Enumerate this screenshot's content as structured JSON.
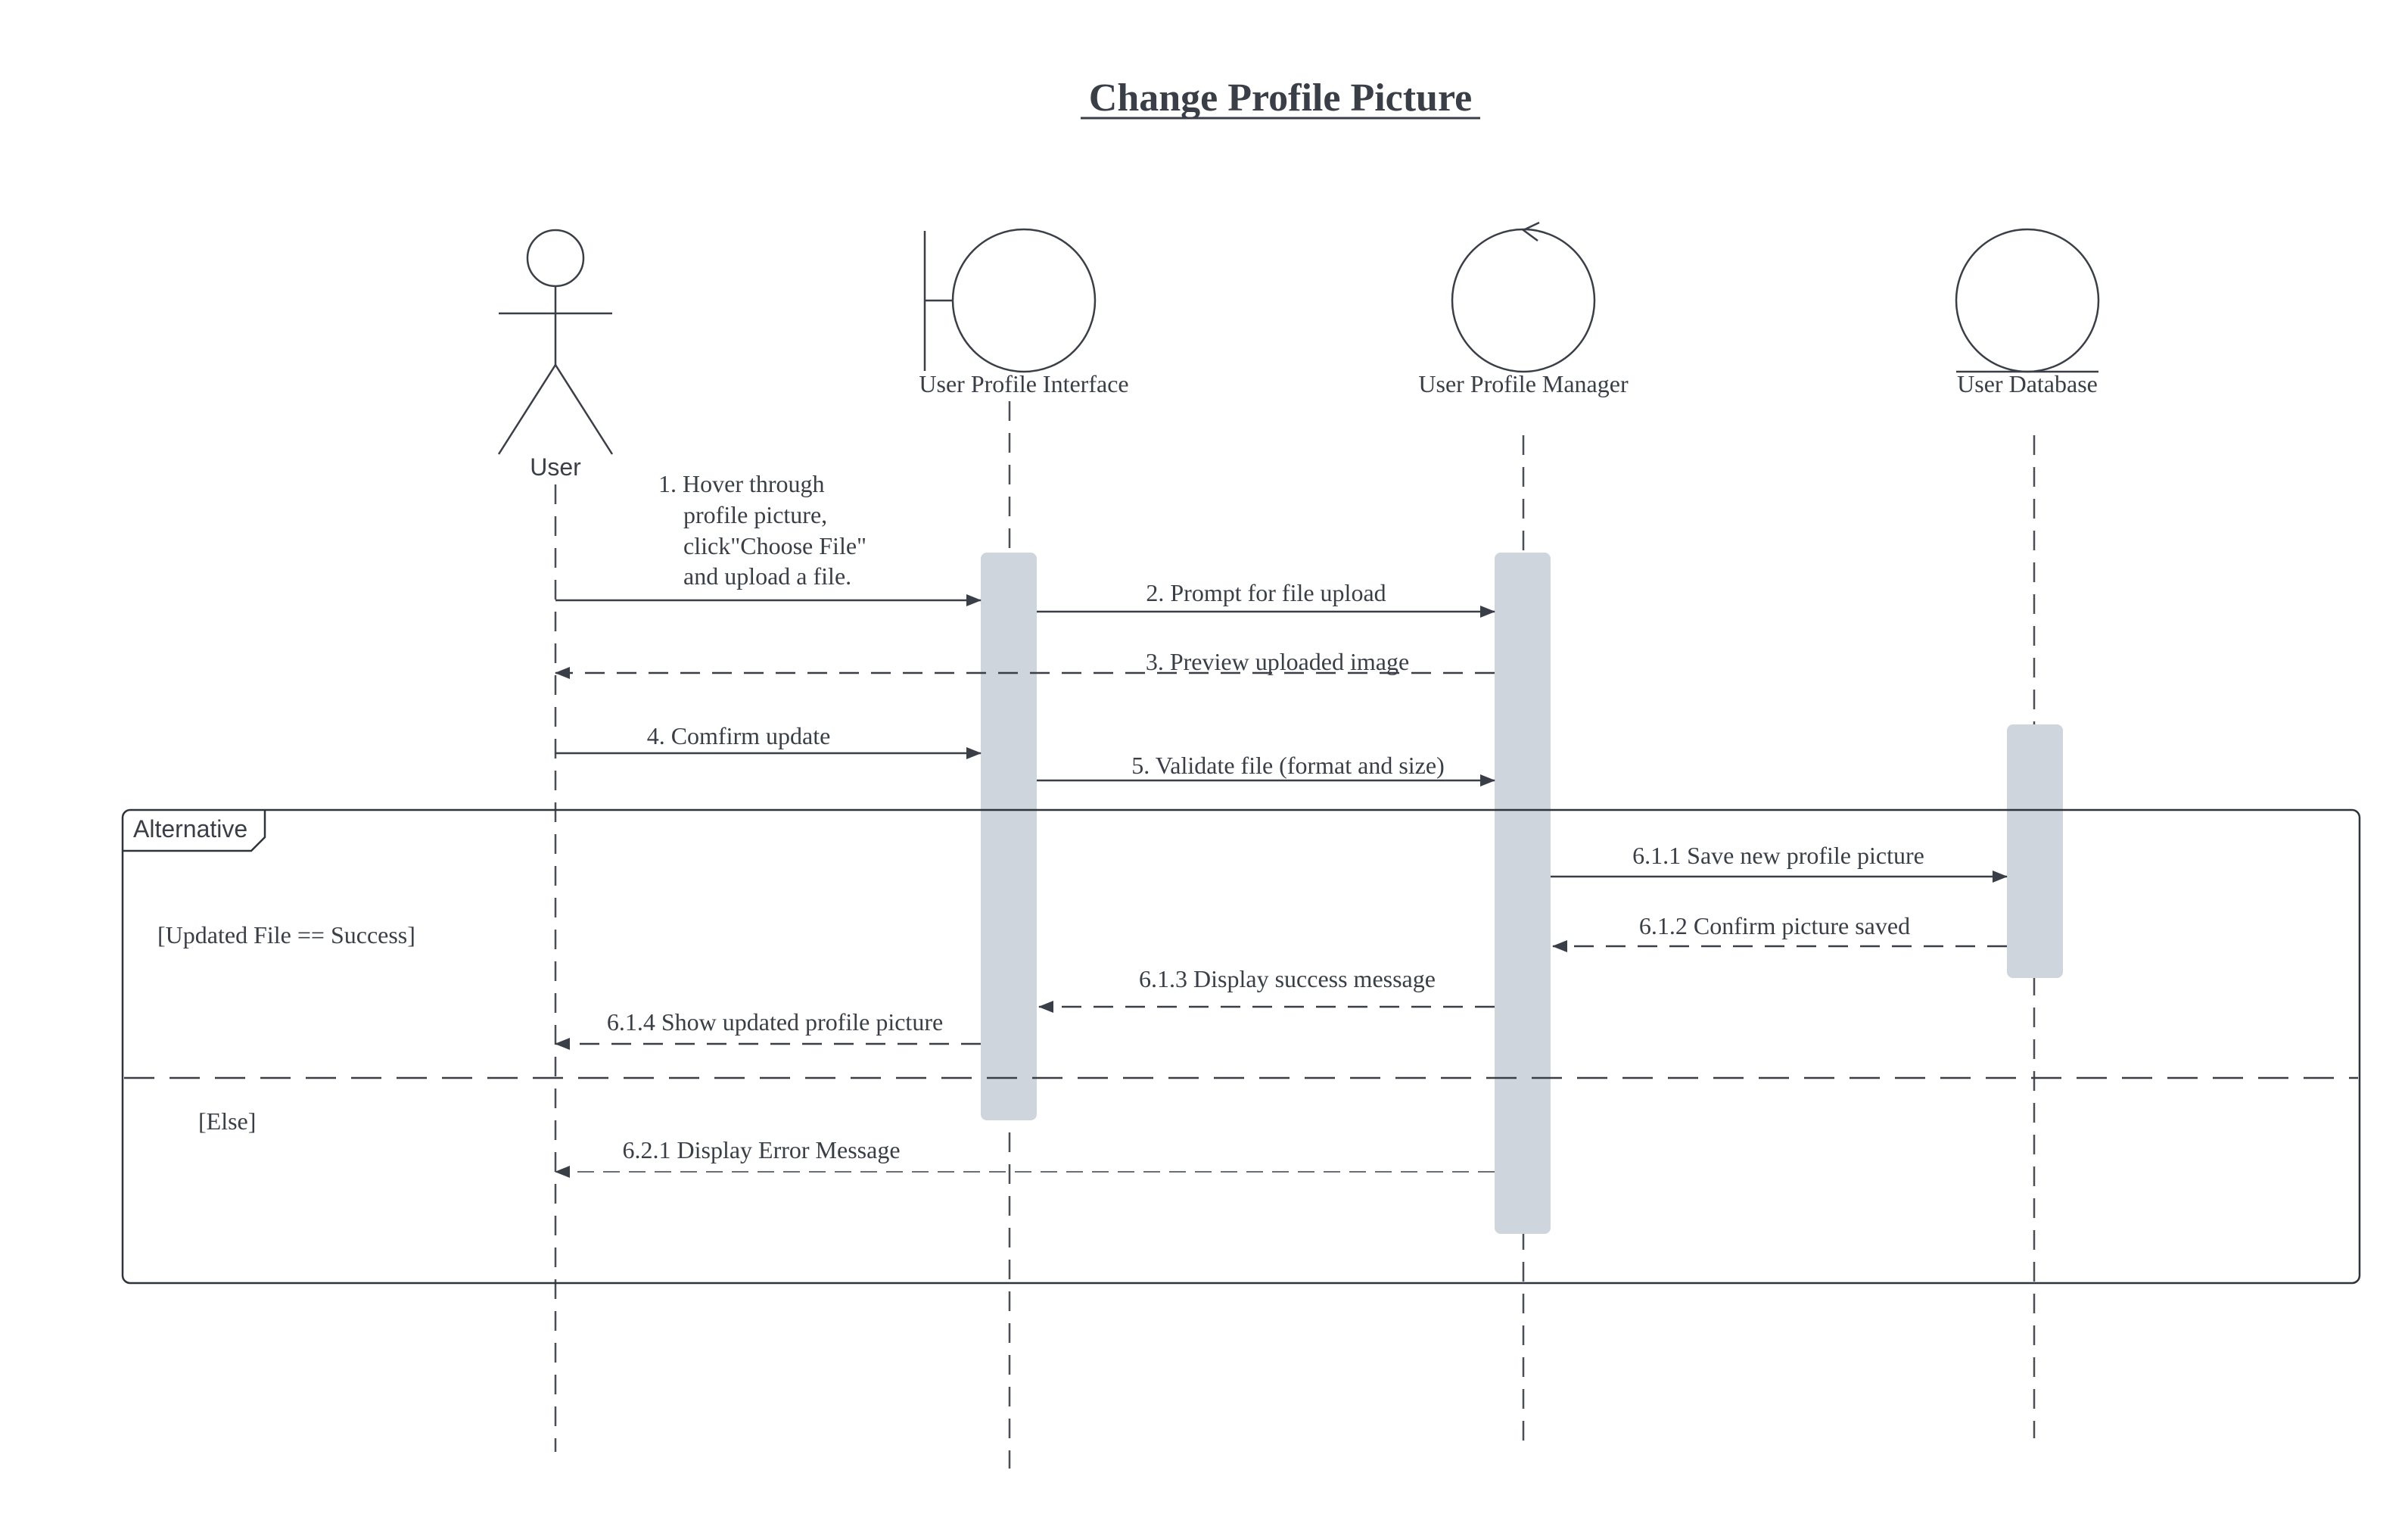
{
  "diagram": {
    "title": "Change Profile Picture",
    "participants": {
      "user": "User",
      "interface": "User Profile Interface",
      "manager": "User Profile Manager",
      "database": "User Database"
    },
    "messages": {
      "m1": [
        "1. Hover through",
        "profile picture,",
        "click\"Choose File\"",
        "and upload a file."
      ],
      "m2": "2. Prompt for file upload",
      "m3": "3. Preview uploaded image",
      "m4": "4. Comfirm update",
      "m5": "5. Validate file (format and size)",
      "m611": "6.1.1 Save new profile picture",
      "m612": "6.1.2 Confirm picture saved",
      "m613": "6.1.3 Display success message",
      "m614": "6.1.4 Show updated profile picture",
      "m621": "6.2.1 Display Error Message"
    },
    "fragment": {
      "label": "Alternative",
      "guard1": "[Updated File == Success]",
      "guard2": "[Else]"
    }
  }
}
